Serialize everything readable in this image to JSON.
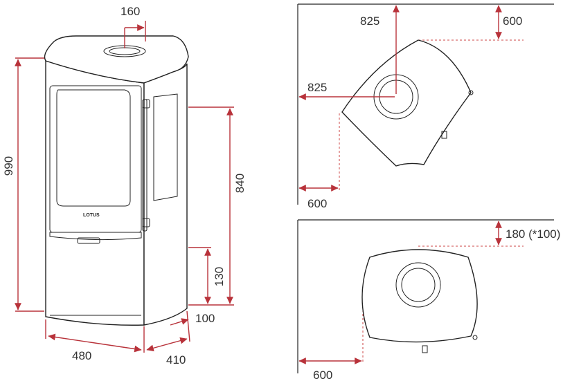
{
  "colors": {
    "dimension": "#b8323a",
    "outline": "#222222",
    "clearance": "#cc4444"
  },
  "front_view": {
    "brand": "LOTUS",
    "dims": {
      "flue_offset": "160",
      "total_height": "990",
      "connector_height": "840",
      "air_inlet_height": "130",
      "air_inlet_offset": "100",
      "width": "480",
      "depth": "410"
    }
  },
  "corner_view": {
    "dims": {
      "flue_to_side": "825",
      "flue_to_back": "825",
      "back_clearance": "600",
      "side_clearance": "600"
    }
  },
  "wall_view": {
    "dims": {
      "back_clearance": "180 (*100)",
      "side_clearance": "600"
    }
  }
}
